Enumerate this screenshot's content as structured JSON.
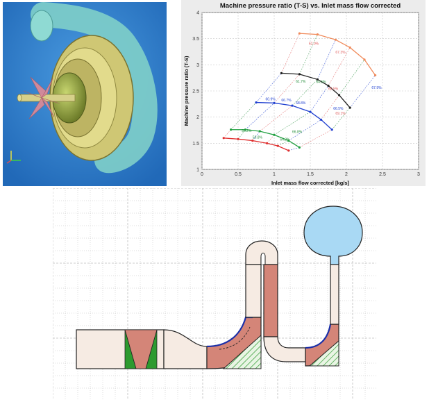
{
  "model_view": {
    "colors": {
      "background": "#2f82d1",
      "volute": "#7fcfc9",
      "housing": "#cfc774",
      "blades": "#d88a99"
    }
  },
  "chart_data": {
    "type": "line",
    "title": "Machine pressure ratio (T-S) vs. Inlet mass flow corrected",
    "xlabel": "Inlet mass flow corrected [kg/s]",
    "ylabel": "Machine pressure ratio (T-S)",
    "xlim": [
      0,
      3
    ],
    "ylim": [
      1,
      4
    ],
    "x_ticks": [
      "0",
      "0.5",
      "1",
      "1.5",
      "2",
      "2.5",
      "3"
    ],
    "y_ticks": [
      "1",
      "1.5",
      "2",
      "2.5",
      "3",
      "3.5",
      "4"
    ],
    "grid": true,
    "series": [
      {
        "color": "#e03030",
        "x": [
          0.3,
          0.5,
          0.7,
          0.9,
          1.05,
          1.2
        ],
        "y": [
          1.6,
          1.58,
          1.55,
          1.5,
          1.45,
          1.36
        ]
      },
      {
        "color": "#20a040",
        "x": [
          0.4,
          0.6,
          0.8,
          1.0,
          1.2,
          1.35
        ],
        "y": [
          1.76,
          1.76,
          1.73,
          1.66,
          1.55,
          1.42
        ]
      },
      {
        "color": "#2040d0",
        "x": [
          0.75,
          1.0,
          1.25,
          1.5,
          1.65,
          1.8
        ],
        "y": [
          2.28,
          2.27,
          2.22,
          2.1,
          1.95,
          1.76
        ]
      },
      {
        "color": "#202020",
        "x": [
          1.1,
          1.35,
          1.6,
          1.75,
          1.9,
          2.05
        ],
        "y": [
          2.84,
          2.82,
          2.72,
          2.6,
          2.42,
          2.18
        ]
      },
      {
        "color": "#f08a5a",
        "x": [
          1.35,
          1.6,
          1.85,
          2.05,
          2.25,
          2.4
        ],
        "y": [
          3.6,
          3.58,
          3.48,
          3.33,
          3.1,
          2.8
        ]
      }
    ],
    "efficiency_labels": [
      {
        "text": "62.0%",
        "x": 1.48,
        "y": 3.38,
        "color": "#e06060"
      },
      {
        "text": "67.3%",
        "x": 1.85,
        "y": 3.22,
        "color": "#e06060"
      },
      {
        "text": "61.7%",
        "x": 1.3,
        "y": 2.66,
        "color": "#2a9040"
      },
      {
        "text": "64.5%",
        "x": 1.58,
        "y": 2.65,
        "color": "#2a9040"
      },
      {
        "text": "68.5%",
        "x": 1.75,
        "y": 2.52,
        "color": "#e06060"
      },
      {
        "text": "67.9%",
        "x": 2.35,
        "y": 2.54,
        "color": "#2040d0"
      },
      {
        "text": "60.9%",
        "x": 0.88,
        "y": 2.32,
        "color": "#2040d0"
      },
      {
        "text": "66.7%",
        "x": 1.1,
        "y": 2.3,
        "color": "#2040d0"
      },
      {
        "text": "68.8%",
        "x": 1.3,
        "y": 2.25,
        "color": "#2040d0"
      },
      {
        "text": "66.5%",
        "x": 1.82,
        "y": 2.14,
        "color": "#2040d0"
      },
      {
        "text": "69.1%",
        "x": 1.85,
        "y": 2.05,
        "color": "#e06060"
      },
      {
        "text": "56.2%",
        "x": 0.55,
        "y": 1.72,
        "color": "#2a9040"
      },
      {
        "text": "66.8%",
        "x": 1.25,
        "y": 1.7,
        "color": "#2a9040"
      },
      {
        "text": "59.8%",
        "x": 0.7,
        "y": 1.59,
        "color": "#2a9040"
      },
      {
        "text": "64.2%",
        "x": 1.08,
        "y": 1.55,
        "color": "#2a9040"
      }
    ]
  },
  "section_view": {
    "colors": {
      "passage": "#f6ebe3",
      "blade": "#d48578",
      "hub_green": "#2d9a2f",
      "hatch": "#2d9a2f",
      "shroud_line": "#1a2fa8",
      "volute": "#a9d9f4",
      "grid": "#bdbdbd"
    }
  }
}
